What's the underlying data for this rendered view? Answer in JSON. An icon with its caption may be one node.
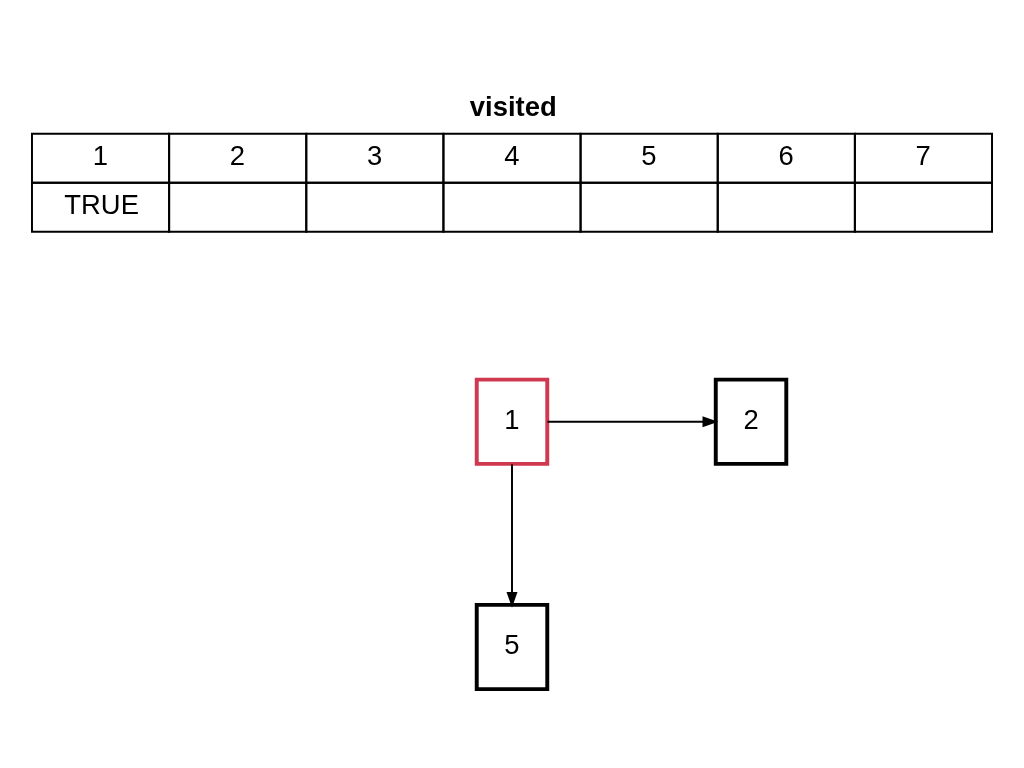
{
  "diagram": {
    "nodes": [
      {
        "text": [
          "1"
        ]
      },
      {
        "text": [
          "2"
        ]
      },
      {
        "text": [
          "5"
        ]
      }
    ],
    "edges": [
      {
        "from": 0,
        "to": 1,
        "arrow": "to"
      },
      {
        "from": 0,
        "to": 2,
        "arrow": "to"
      }
    ],
    "labels": [
      "visited",
      "1",
      "2",
      "3",
      "4",
      "5",
      "6",
      "7",
      "TRUE"
    ]
  }
}
